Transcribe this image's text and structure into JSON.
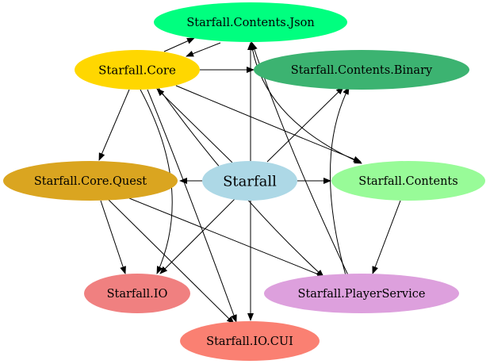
{
  "diagram": {
    "nodes": [
      {
        "id": "json",
        "label": "Starfall.Contents.Json",
        "color": "#00ff7f"
      },
      {
        "id": "core",
        "label": "Starfall.Core",
        "color": "#ffd700"
      },
      {
        "id": "binary",
        "label": "Starfall.Contents.Binary",
        "color": "#3cb371"
      },
      {
        "id": "quest",
        "label": "Starfall.Core.Quest",
        "color": "#daa520"
      },
      {
        "id": "starfall",
        "label": "Starfall",
        "color": "#add8e6"
      },
      {
        "id": "contents",
        "label": "Starfall.Contents",
        "color": "#98fb98"
      },
      {
        "id": "io",
        "label": "Starfall.IO",
        "color": "#f08080"
      },
      {
        "id": "player",
        "label": "Starfall.PlayerService",
        "color": "#dda0dd"
      },
      {
        "id": "cui",
        "label": "Starfall.IO.CUI",
        "color": "#fa8072"
      }
    ],
    "edges": [
      {
        "from": "core",
        "to": "json"
      },
      {
        "from": "json",
        "to": "core"
      },
      {
        "from": "core",
        "to": "binary"
      },
      {
        "from": "core",
        "to": "quest"
      },
      {
        "from": "core",
        "to": "contents"
      },
      {
        "from": "core",
        "to": "io"
      },
      {
        "from": "core",
        "to": "cui"
      },
      {
        "from": "core",
        "to": "player"
      },
      {
        "from": "json",
        "to": "contents"
      },
      {
        "from": "starfall",
        "to": "core"
      },
      {
        "from": "starfall",
        "to": "json"
      },
      {
        "from": "starfall",
        "to": "binary"
      },
      {
        "from": "starfall",
        "to": "quest"
      },
      {
        "from": "starfall",
        "to": "contents"
      },
      {
        "from": "starfall",
        "to": "io"
      },
      {
        "from": "starfall",
        "to": "cui"
      },
      {
        "from": "quest",
        "to": "io"
      },
      {
        "from": "quest",
        "to": "cui"
      },
      {
        "from": "quest",
        "to": "player"
      },
      {
        "from": "contents",
        "to": "player"
      },
      {
        "from": "player",
        "to": "binary"
      },
      {
        "from": "player",
        "to": "json"
      }
    ]
  }
}
